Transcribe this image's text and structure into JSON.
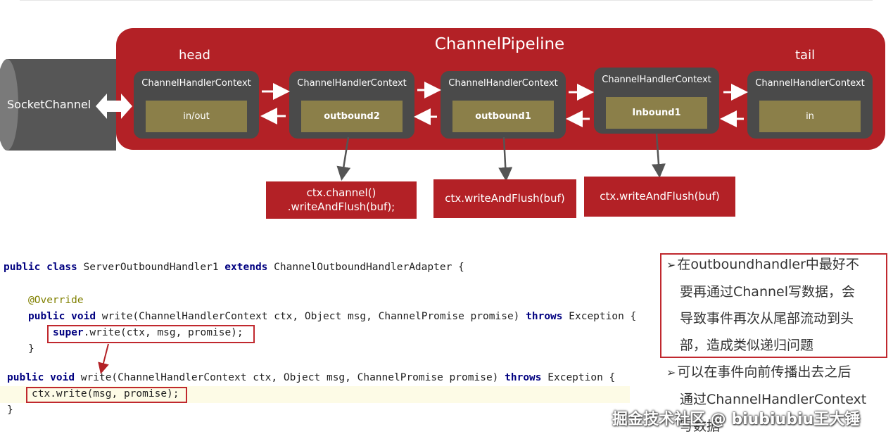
{
  "diagram": {
    "title": "ChannelPipeline",
    "head_label": "head",
    "tail_label": "tail",
    "socket_label": "SocketChannel",
    "contexts": [
      {
        "title": "ChannelHandlerContext",
        "handler": "in/out"
      },
      {
        "title": "ChannelHandlerContext",
        "handler": "outbound2"
      },
      {
        "title": "ChannelHandlerContext",
        "handler": "outbound1"
      },
      {
        "title": "ChannelHandlerContext",
        "handler": "Inbound1"
      },
      {
        "title": "ChannelHandlerContext",
        "handler": "in"
      }
    ],
    "callouts": [
      {
        "line1": "ctx.channel()",
        "line2": ".writeAndFlush(buf);"
      },
      {
        "line1": "ctx.writeAndFlush(buf)"
      },
      {
        "line1": "ctx.writeAndFlush(buf)"
      }
    ],
    "colors": {
      "pipeline": "#b32126",
      "context": "#4a4a4a",
      "handler": "#8b7f49",
      "socket": "#565656"
    }
  },
  "code": {
    "line1": {
      "kw1": "public",
      "kw2": "class",
      "name": " ServerOutboundHandler1 ",
      "kw3": "extends",
      "rest": " ChannelOutboundHandlerAdapter {"
    },
    "line3": "@Override",
    "line4": {
      "kw1": "public",
      "kw2": "void",
      "mid": " write(ChannelHandlerContext ctx, Object msg, ChannelPromise promise) ",
      "kw3": "throws",
      "rest": " Exception {"
    },
    "line5": {
      "kw": "super",
      "rest": ".write(ctx, msg, promise);"
    },
    "line6": "}",
    "line7": {
      "kw1": "public",
      "kw2": "void",
      "mid": " write(ChannelHandlerContext ctx, Object msg, ChannelPromise promise) ",
      "kw3": "throws",
      "rest": " Exception {"
    },
    "line8": "ctx.write(msg, promise);",
    "line9": "}"
  },
  "notes": {
    "bullet": "➢",
    "box_lines": [
      "在outboundhandler中最好不",
      "要再通过Channel写数据，会",
      "导致事件再次从尾部流动到头",
      "部，造成类似递归问题"
    ],
    "extra_lines": [
      "可以在事件向前传播出去之后",
      "通过ChannelHandlerContext",
      "写数据"
    ]
  },
  "watermark": "掘金技术社区 @ biubiubiu王大锤"
}
